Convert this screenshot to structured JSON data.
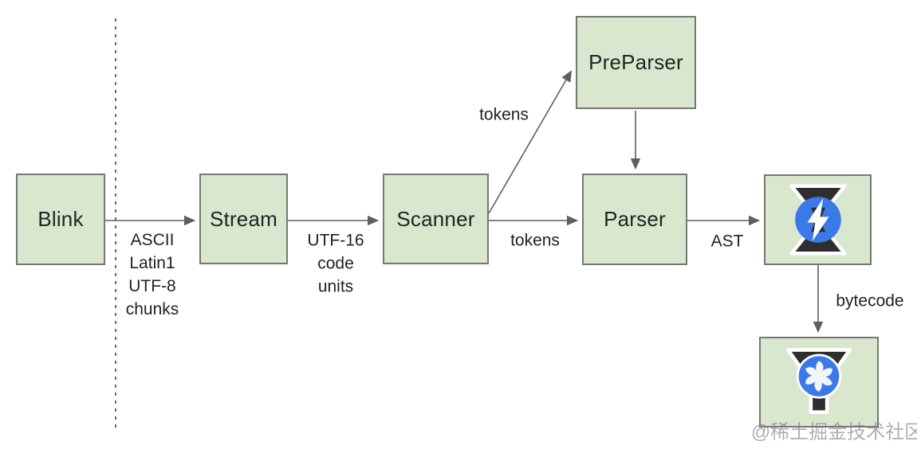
{
  "diagram_kind": "flowchart",
  "nodes": {
    "blink": {
      "label": "Blink"
    },
    "stream": {
      "label": "Stream"
    },
    "scanner": {
      "label": "Scanner"
    },
    "preparser": {
      "label": "PreParser"
    },
    "parser": {
      "label": "Parser"
    },
    "ignition": {
      "icon": "ignition-hourglass-lightning-logo"
    },
    "turbofan": {
      "icon": "turbofan-funnel-fan-logo"
    }
  },
  "edges": {
    "blink_to_stream_label": "ASCII\nLatin1\nUTF-8\nchunks",
    "stream_to_scanner_label": "UTF-16\ncode\nunits",
    "scanner_to_preparser_label": "tokens",
    "scanner_to_parser_label": "tokens",
    "parser_to_ignition_label": "AST",
    "ignition_to_turbofan_label": "bytecode"
  },
  "watermark": "@稀土掘金技术社区",
  "colors": {
    "node_fill": "#d8e7ce",
    "node_border": "#777777",
    "arrow": "#5f5f5f",
    "text": "#212621",
    "icon_blue": "#3c79e8",
    "icon_dark": "#2e2e2e",
    "watermark_gray": "#7d7d7d"
  }
}
